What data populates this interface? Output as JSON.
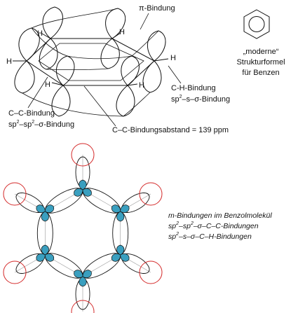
{
  "top_diagram": {
    "pi_label": "π-Bindung",
    "h_labels": [
      "H",
      "H",
      "H",
      "H",
      "H",
      "H"
    ],
    "cc_label_line1": "C–C-Bindung",
    "cc_label_line2_a": "sp",
    "cc_label_line2_sup1": "2",
    "cc_label_line2_b": "–sp",
    "cc_label_line2_sup2": "2",
    "cc_label_line2_c": "–σ-Bindung",
    "distance_label": "C–C-Bindungsabstand = 139 ppm",
    "ch_label_line1": "C-H-Bindung",
    "ch_label_line2_a": "sp",
    "ch_label_line2_sup": "2",
    "ch_label_line2_b": "–s–σ-Bindung"
  },
  "structure_formula": {
    "line1": "„moderne“",
    "line2": "Strukturformel",
    "line3": "für Benzen"
  },
  "bottom_diagram": {
    "line1": "m-Bindungen im Benzolmolekül",
    "line2_a": "sp",
    "line2_sup1": "2",
    "line2_b": "–sp",
    "line2_sup2": "2",
    "line2_c": "–σ–C–C-Bindungen",
    "line3_a": "sp",
    "line3_sup": "2",
    "line3_b": "–s–σ–C–H-Bindungen"
  },
  "colors": {
    "lobe_fill": "#3a9fbf",
    "h_orbital": "#d42a2a",
    "ink": "#111111"
  }
}
